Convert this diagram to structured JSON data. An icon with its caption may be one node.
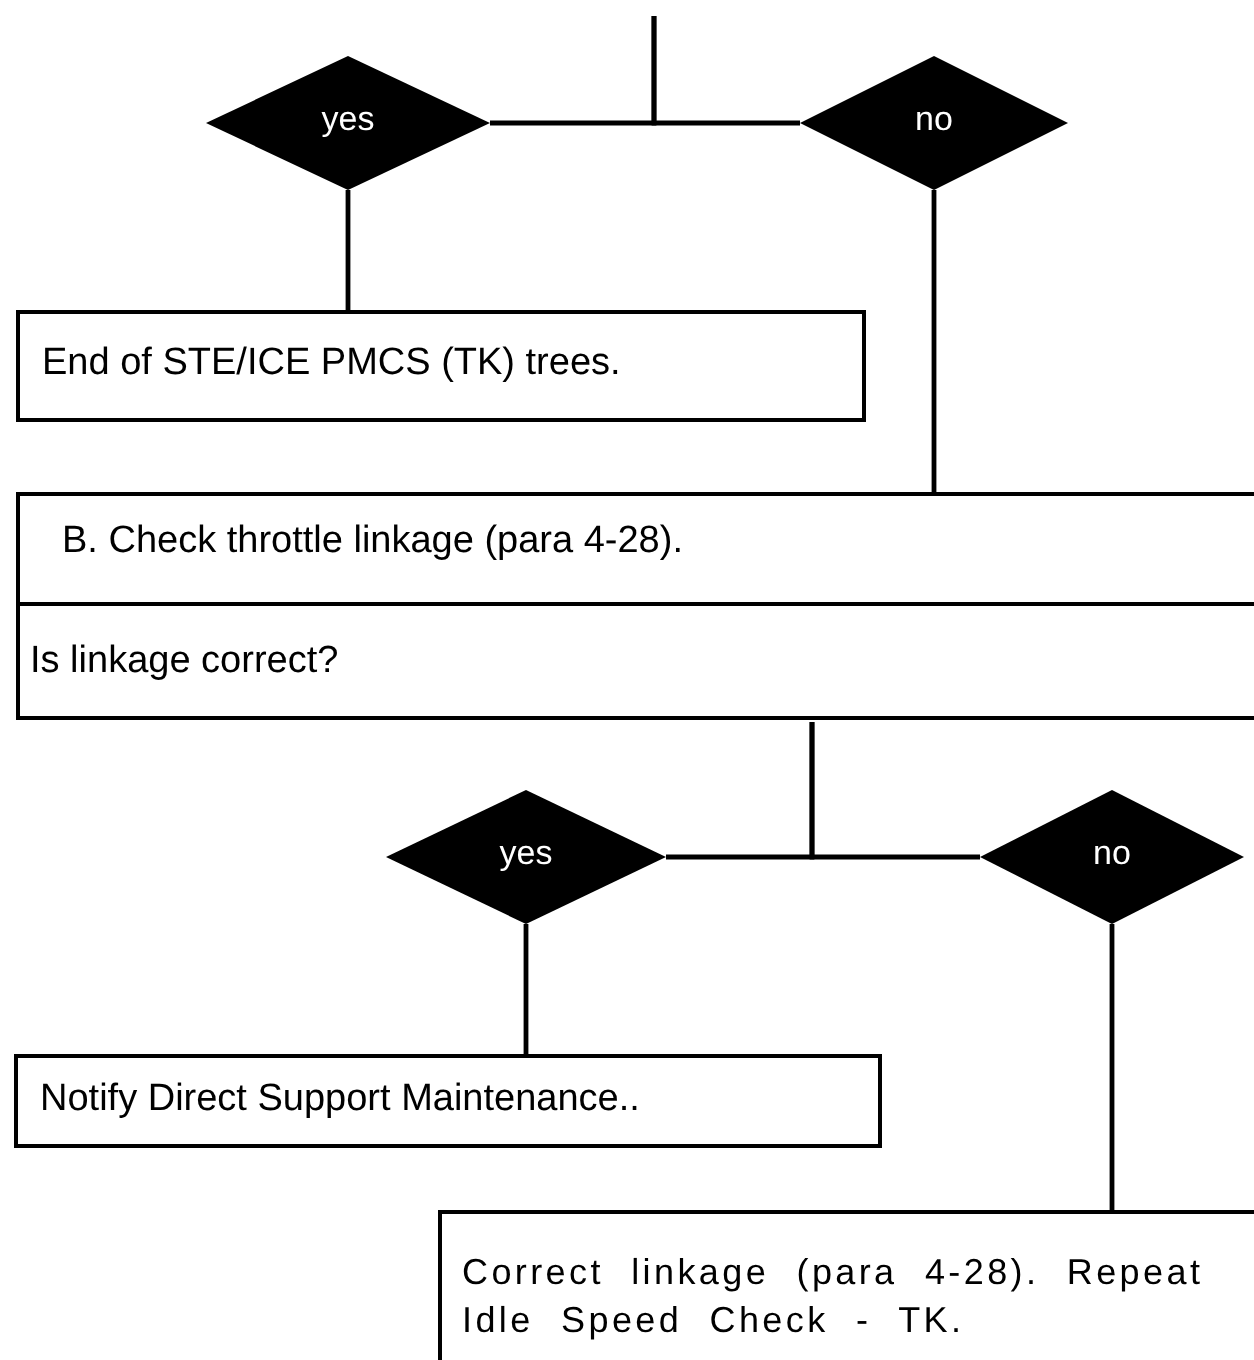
{
  "diagram": {
    "nodes": [
      {
        "text": [
          "yes"
        ]
      },
      {
        "text": [
          "no"
        ]
      },
      {
        "text": [
          "End of STE/ICE PMCS (TK) trees."
        ]
      },
      {
        "text": [
          "B. Check throttle linkage (para 4-28).",
          "Is linkage correct?"
        ]
      },
      {
        "text": [
          "yes"
        ]
      },
      {
        "text": [
          "no"
        ]
      },
      {
        "text": [
          "Notify Direct Support Maintenance.."
        ]
      },
      {
        "text": [
          "Correct linkage (para 4-28). Repeat Idle Speed Check - TK."
        ]
      }
    ],
    "edges": [
      {
        "from": null,
        "to": 0,
        "arrow": "none"
      },
      {
        "from": null,
        "to": 1,
        "arrow": "none"
      },
      {
        "from": 0,
        "to": 2,
        "arrow": "none"
      },
      {
        "from": 1,
        "to": 3,
        "arrow": "none"
      },
      {
        "from": 3,
        "to": 4,
        "arrow": "none"
      },
      {
        "from": 3,
        "to": 5,
        "arrow": "none"
      },
      {
        "from": 4,
        "to": 6,
        "arrow": "none"
      },
      {
        "from": 5,
        "to": 7,
        "arrow": "none"
      }
    ]
  }
}
